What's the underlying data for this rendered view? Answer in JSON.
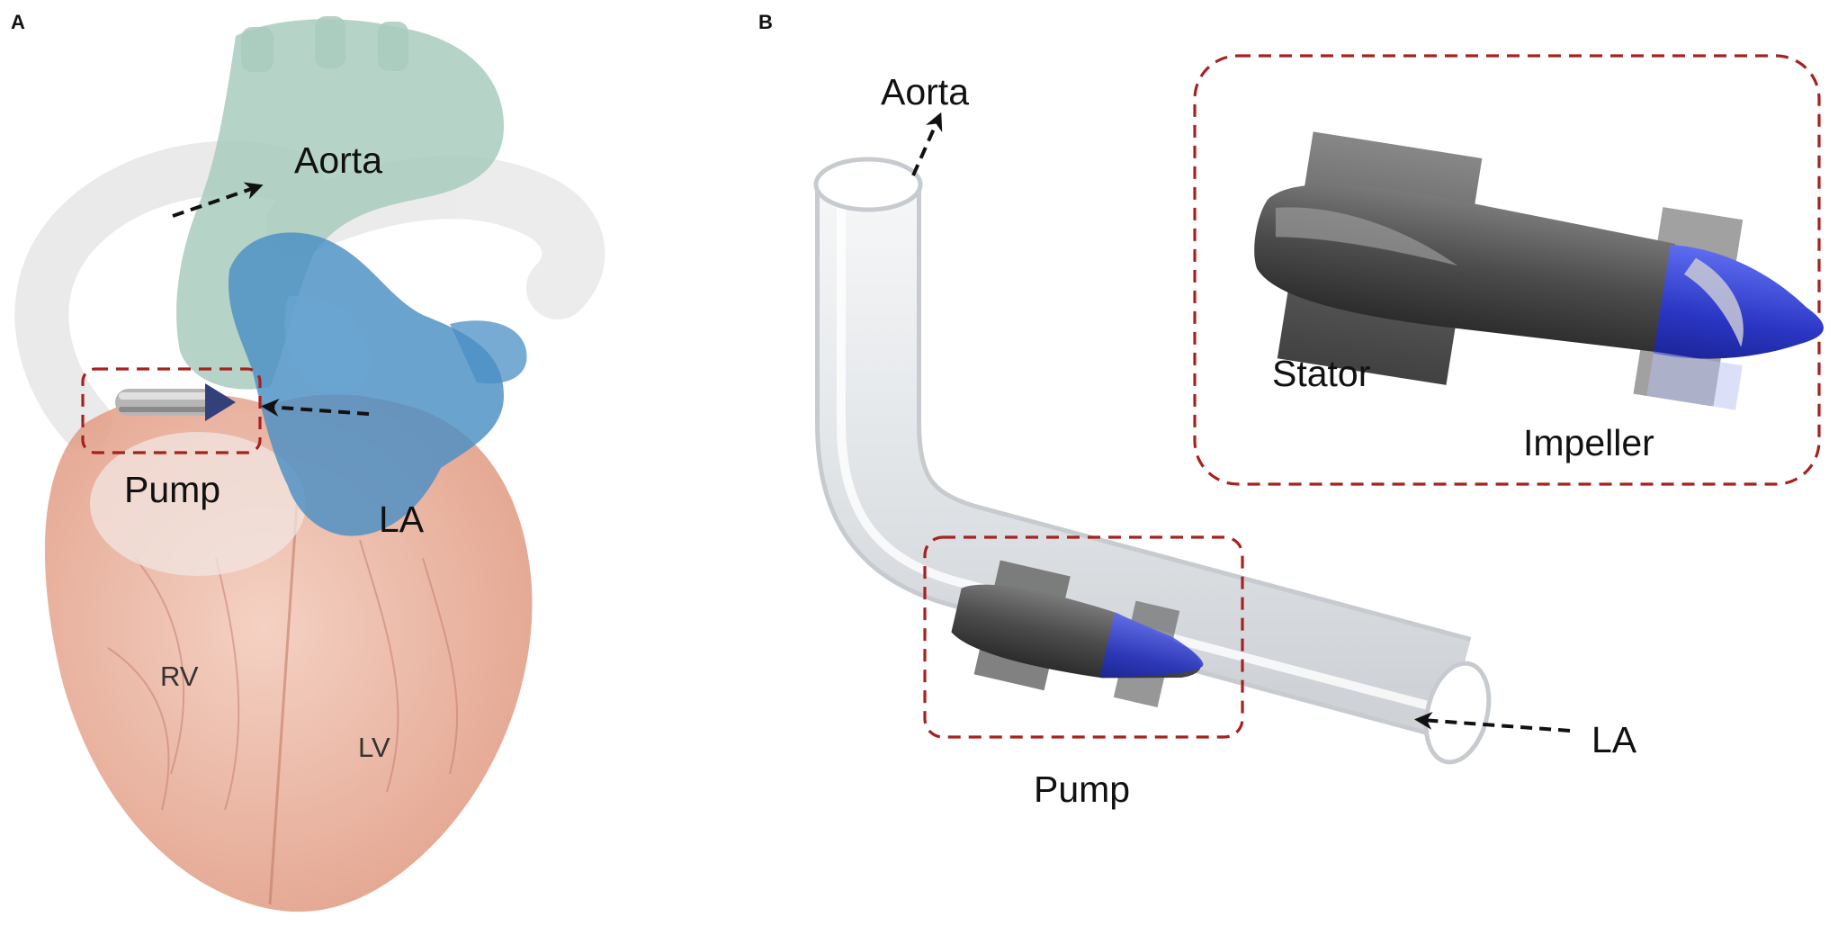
{
  "panels": {
    "a": {
      "letter": "A",
      "labels": {
        "aorta": "Aorta",
        "pump": "Pump",
        "la": "LA",
        "rv": "RV",
        "lv": "LV"
      }
    },
    "b": {
      "letter": "B",
      "labels": {
        "aorta": "Aorta",
        "la": "LA",
        "pump": "Pump",
        "stator": "Stator",
        "impeller": "Impeller"
      }
    }
  },
  "colors": {
    "aorta": "#a9cbbd",
    "left_atrium": "#4a8fc4",
    "ventricles": "#e2a089",
    "highlight_box": "#a5221f",
    "stator": "#5f5f5f",
    "impeller": "#2f3fd0"
  }
}
